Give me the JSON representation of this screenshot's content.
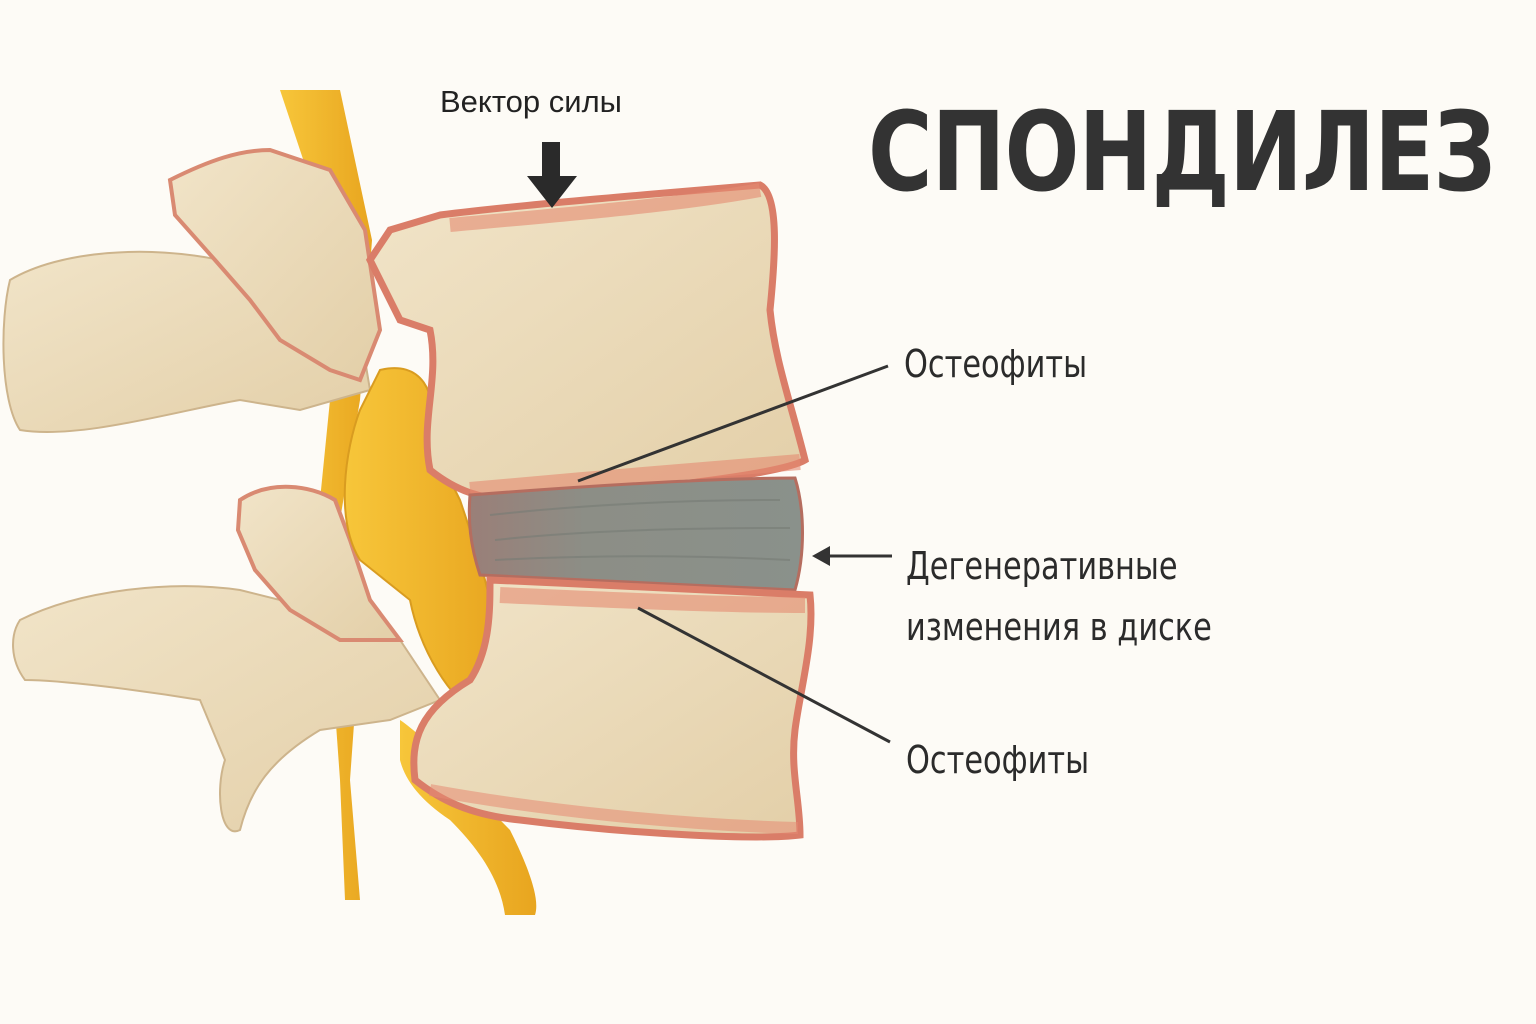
{
  "title": "СПОНДИЛЕЗ",
  "force_vector": {
    "label": "Вектор силы"
  },
  "callouts": {
    "osteophytes_top": "Остеофиты",
    "disc_line1": "Дегенеративные",
    "disc_line2": "изменения в диске",
    "osteophytes_bottom": "Остеофиты"
  },
  "colors": {
    "background": "#fdfbf6",
    "bone": "#ecdcbc",
    "bone_edge": "#d97a66",
    "nerve": "#f2b62e",
    "disc": "#8a8f88",
    "text": "#333333"
  }
}
